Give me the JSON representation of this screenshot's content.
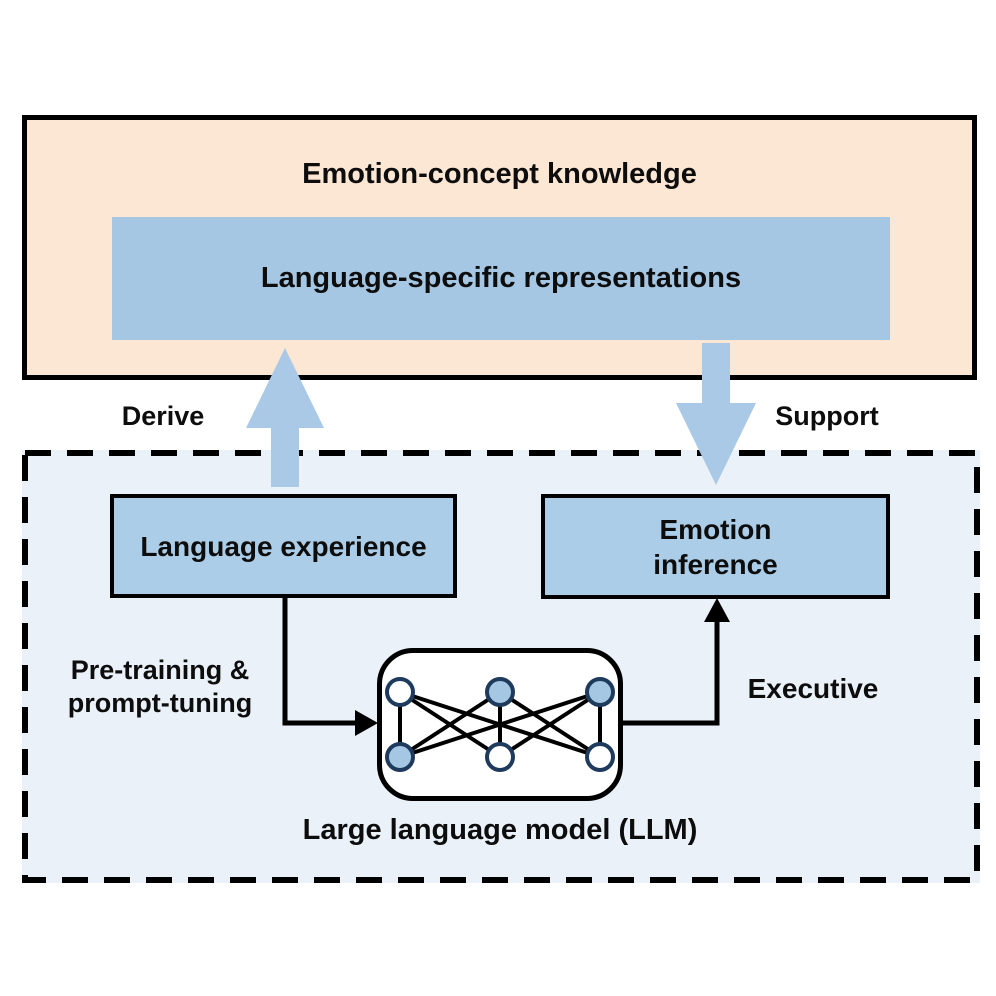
{
  "colors": {
    "peach_bg": "#FCE6D4",
    "blue_box": "#A5C7E3",
    "blue_box_light": "#ACCDE8",
    "panel_bg": "#EAF1F8",
    "arrow_blue": "#A9C9E6",
    "node_stroke": "#1E3A5C",
    "node_blue": "#A5C7E3",
    "node_white": "#FFFFFF",
    "line_black": "#000000",
    "text_black": "#0D0D0D"
  },
  "top_panel": {
    "title": "Emotion-concept knowledge",
    "inner_box_label": "Language-specific representations"
  },
  "arrows": {
    "derive_label": "Derive",
    "support_label": "Support"
  },
  "bottom_panel": {
    "language_experience_label": "Language experience",
    "emotion_inference_line1": "Emotion",
    "emotion_inference_line2": "inference",
    "pretraining_line1": "Pre-training &",
    "pretraining_line2": "prompt-tuning",
    "executive_label": "Executive",
    "llm_caption": "Large language model (LLM)"
  },
  "network": {
    "top_nodes": [
      "white",
      "blue",
      "blue"
    ],
    "bottom_nodes": [
      "blue",
      "white",
      "white"
    ]
  }
}
